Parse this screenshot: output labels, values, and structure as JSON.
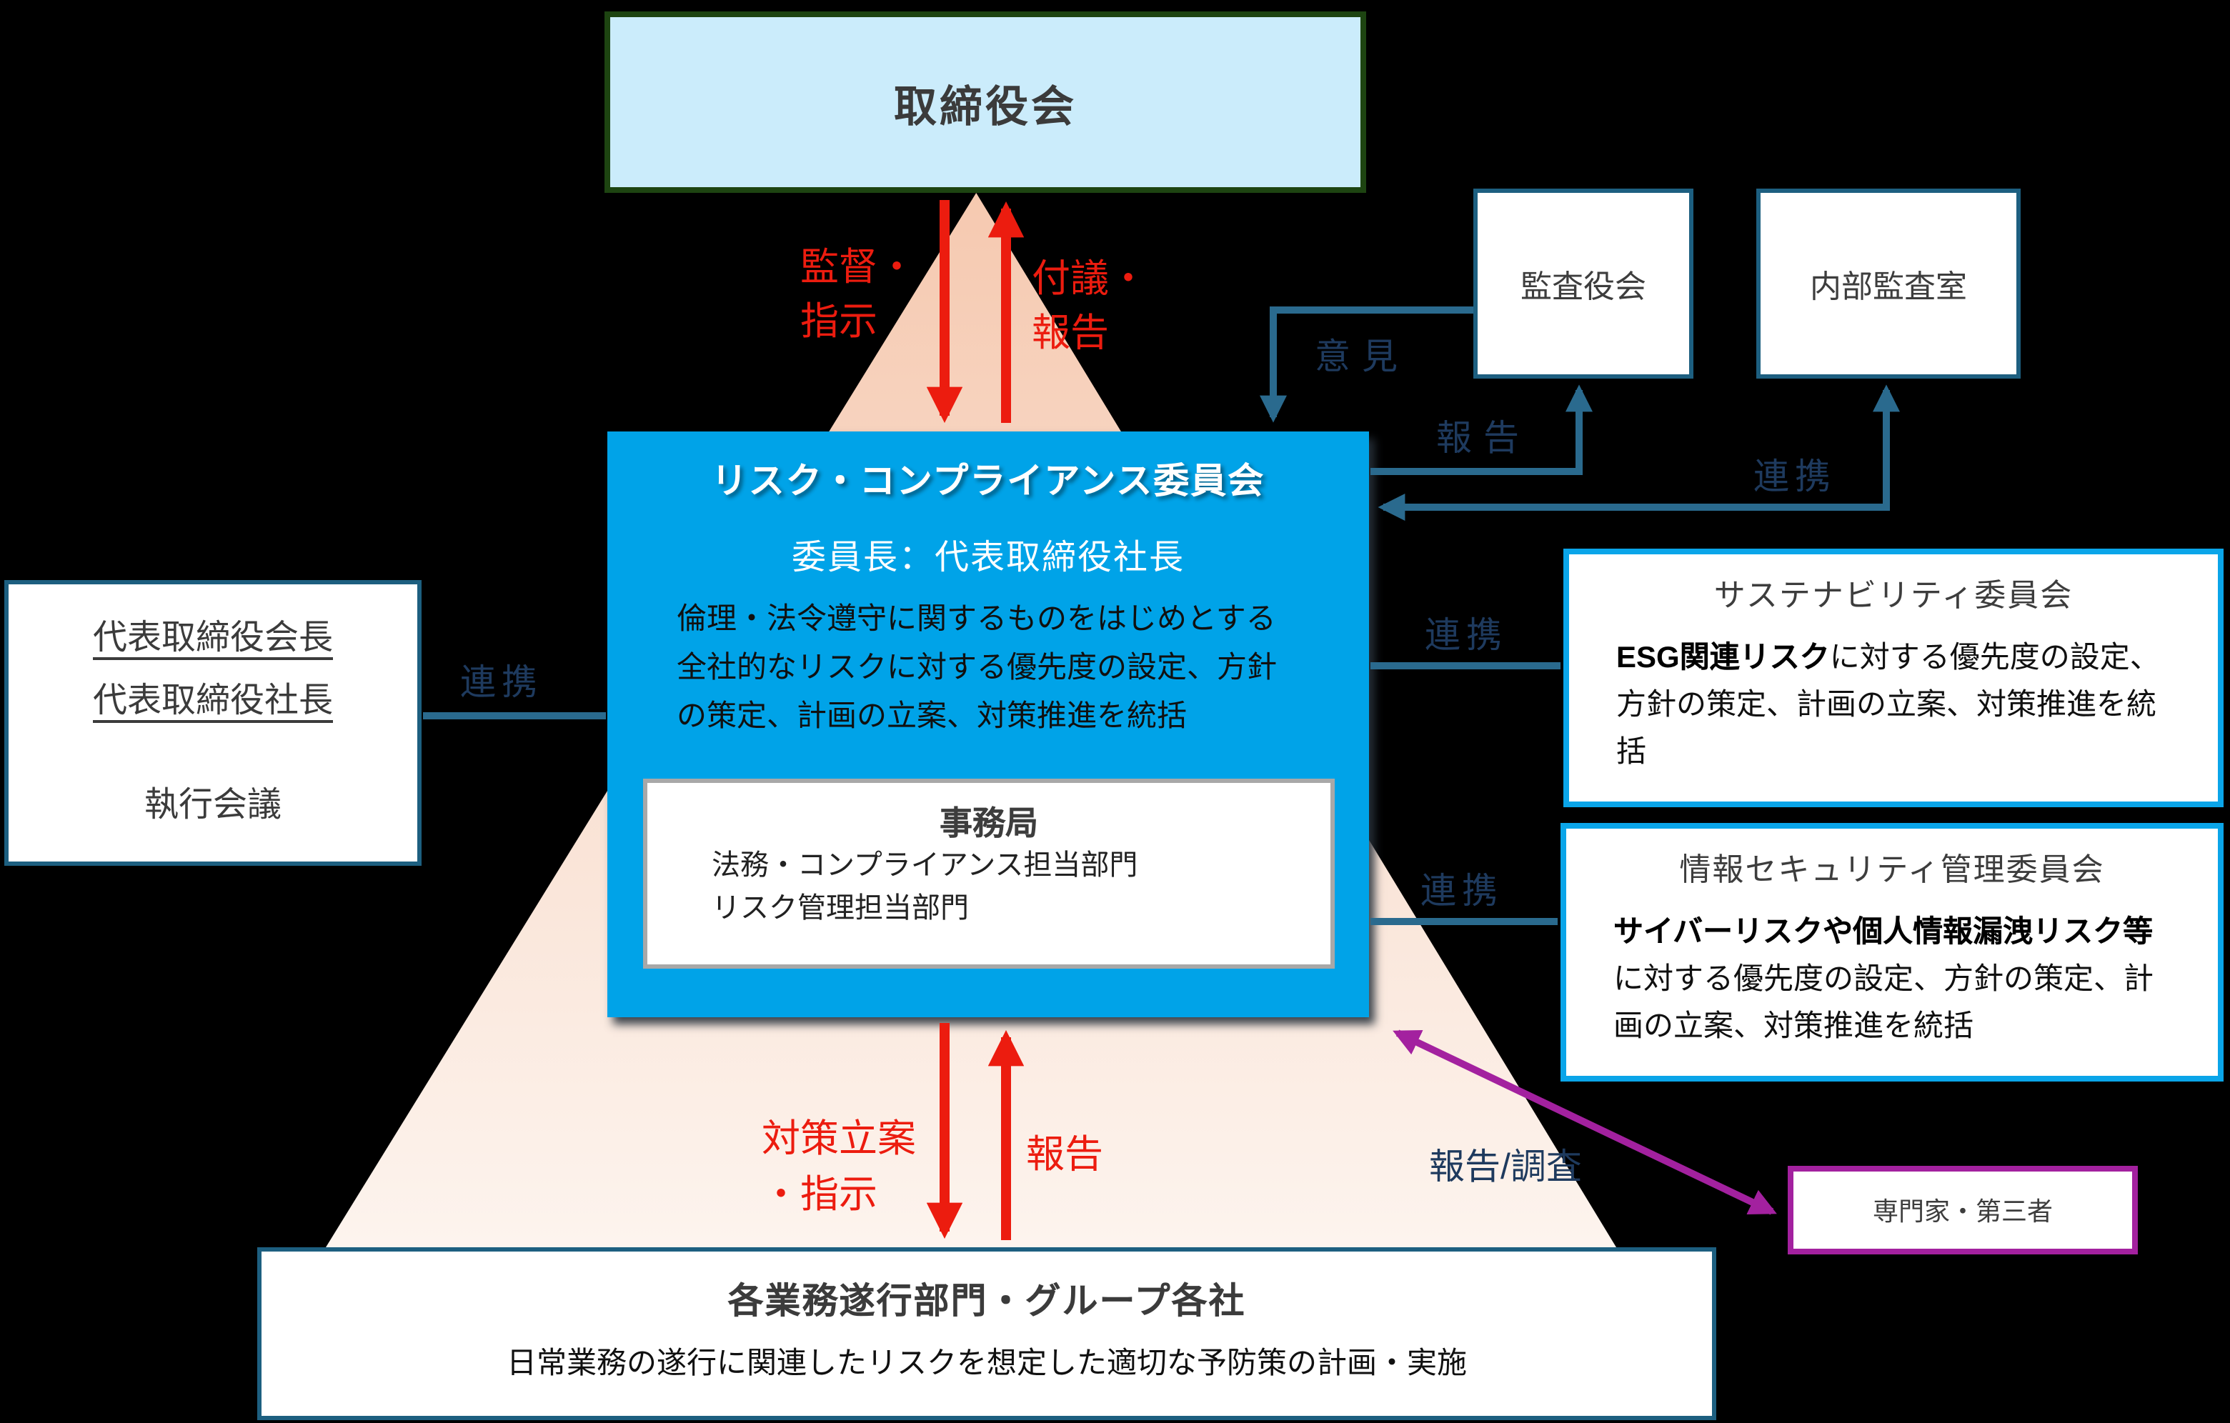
{
  "colors": {
    "committee_blue": "#00a3e8",
    "board_fill": "#cbecfb",
    "board_border_green": "#1d4411",
    "box_border_teal": "#1d5f80",
    "connector_teal": "#2a6a8e",
    "label_navy": "#1e3a5e",
    "arrow_red": "#ec1c0f",
    "experts_purple": "#a3219f",
    "pyramid_top": "#f6c9b0",
    "pyramid_bottom": "#fdf4ee"
  },
  "board": {
    "label": "取締役会"
  },
  "labels": {
    "supervise": "監督・\n指示",
    "submit_report": "付議・\n報告",
    "opinion": "意見",
    "report": "報告",
    "coordination": "連携",
    "plan_direct": "対策立案\n・指示",
    "report_bottom": "報告",
    "report_investigate": "報告/調査"
  },
  "committee": {
    "title": "リスク・コンプライアンス委員会",
    "chair": "委員長：代表取締役社長",
    "body": "倫理・法令遵守に関するものをはじめとする全社的なリスクに対する優先度の設定、方針の策定、計画の立案、対策推進を統括",
    "secretariat": {
      "title": "事務局",
      "dept_legal": "法務・コンプライアンス担当部門",
      "dept_risk": "リスク管理担当部門"
    }
  },
  "audit_board": {
    "label": "監査役会"
  },
  "internal_audit": {
    "label": "内部監査室"
  },
  "executives": {
    "chairman": "代表取締役会長",
    "president": "代表取締役社長",
    "meeting": "執行会議"
  },
  "sustainability": {
    "title": "サステナビリティ委員会",
    "body_bold": "ESG関連リスク",
    "body_rest": "に対する優先度の設定、方針の策定、計画の立案、対策推進を統括"
  },
  "infosec": {
    "title": "情報セキュリティ管理委員会",
    "body_bold": "サイバーリスクや個人情報漏洩リスク等",
    "body_rest": "に対する優先度の設定、方針の策定、計画の立案、対策推進を統括"
  },
  "operations": {
    "title": "各業務遂行部門・グループ各社",
    "body": "日常業務の遂行に関連したリスクを想定した適切な予防策の計画・実施"
  },
  "experts": {
    "label": "専門家・第三者"
  }
}
